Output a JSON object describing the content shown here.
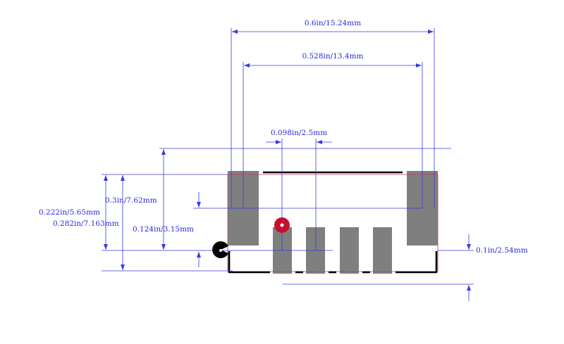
{
  "dimensions": {
    "overall_width": "0.6in/15.24mm",
    "inner_width": "0.528in/13.4mm",
    "pitch": "0.098in/2.5mm",
    "row_height": "0.3in/7.62mm",
    "pad_height": "0.222in/5.65mm",
    "body_height": "0.282in/7.163mm",
    "offset": "0.124in/3.15mm",
    "pin_length": "0.1in/2.54mm"
  },
  "colors": {
    "dimension": "#2a2adf",
    "pad": "#7f7f7f",
    "silkscreen": "#000000",
    "courtyard": "#c83c5a",
    "pin1_marker": "#c8102e"
  },
  "markers": {
    "pin1": "pin-1-marker",
    "origin": "origin-marker"
  }
}
